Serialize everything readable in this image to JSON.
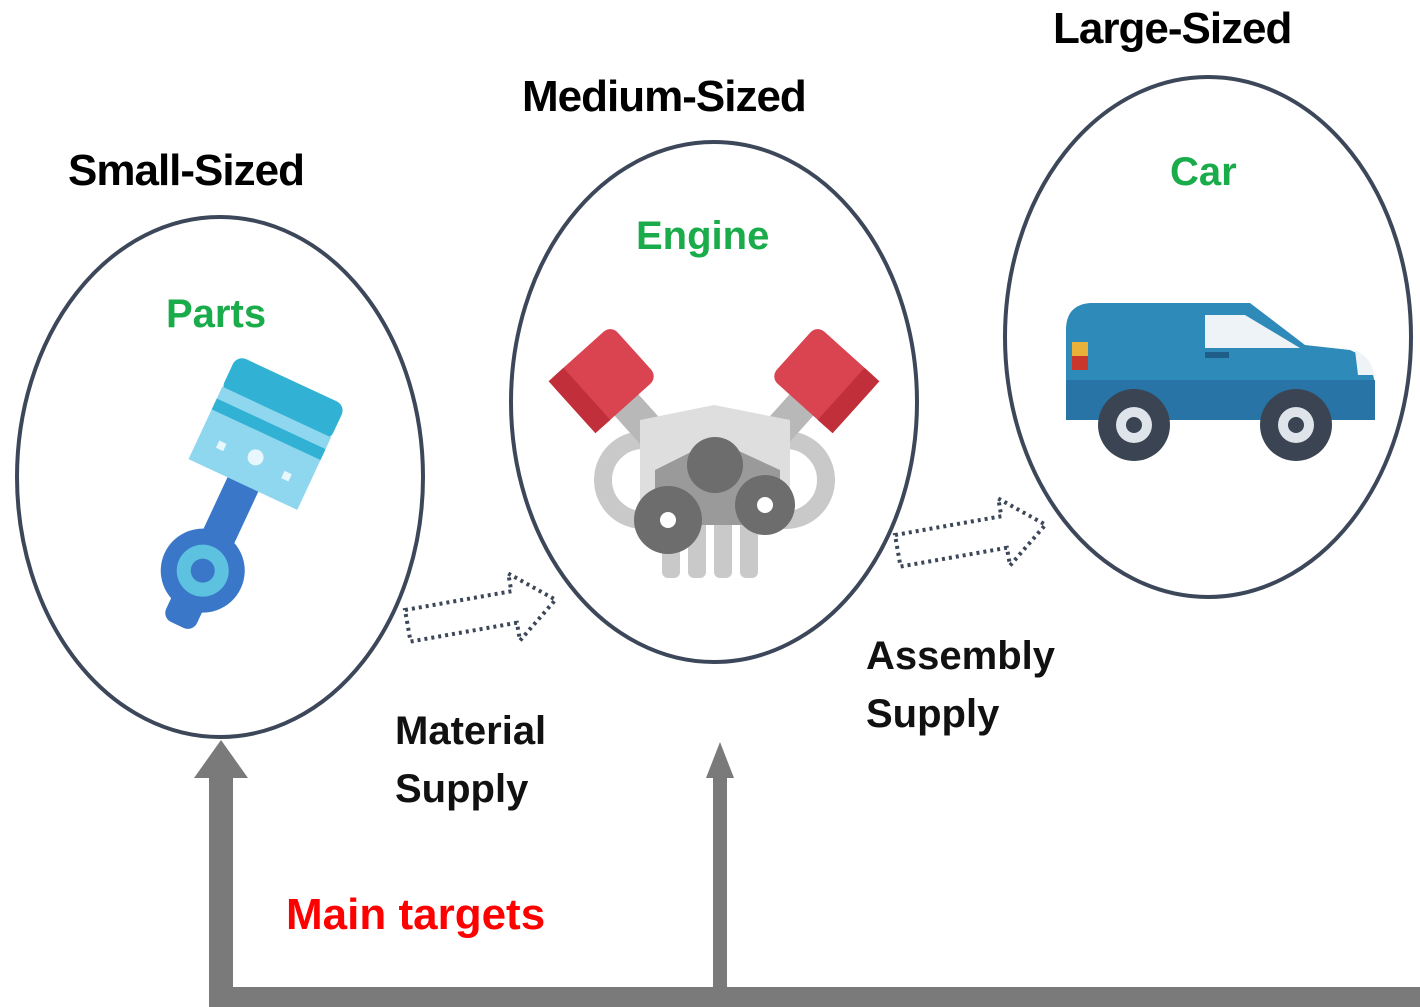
{
  "colors": {
    "accent_green": "#1aab4b",
    "target_red": "#ff0000",
    "outline": "#3d475a",
    "arrow_gray": "#7a7a7a"
  },
  "stages": [
    {
      "size_label": "Small-Sized",
      "item_label": "Parts",
      "icon": "piston-icon"
    },
    {
      "size_label": "Medium-Sized",
      "item_label": "Engine",
      "icon": "engine-icon"
    },
    {
      "size_label": "Large-Sized",
      "item_label": "Car",
      "icon": "car-icon"
    }
  ],
  "flows": [
    {
      "line1": "Material",
      "line2": "Supply"
    },
    {
      "line1": "Assembly",
      "line2": "Supply"
    }
  ],
  "targets_label": "Main targets"
}
